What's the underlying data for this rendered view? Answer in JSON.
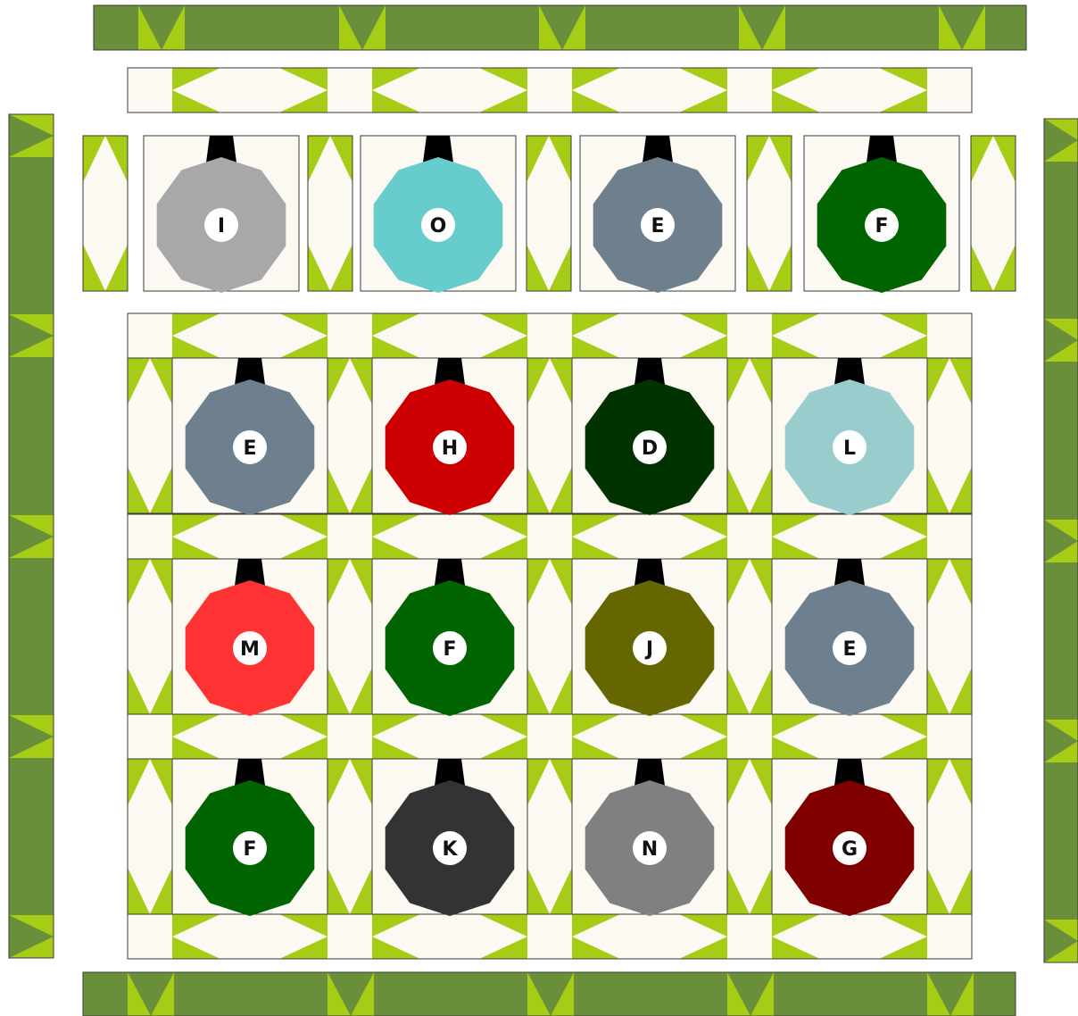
{
  "palette": {
    "cream": "#fbf9f1",
    "lime": "#a6cc16",
    "dark_green": "#6a8f3a",
    "outline": "#3a3a3a",
    "hanger": "#000000",
    "label_circle": "#ffffff",
    "label_text": "#111111"
  },
  "top_row": [
    {
      "letter": "I",
      "color": "#a8a8a8"
    },
    {
      "letter": "O",
      "color": "#66cccc"
    },
    {
      "letter": "E",
      "color": "#6e7f8e"
    },
    {
      "letter": "F",
      "color": "#006400"
    }
  ],
  "main_rows": [
    [
      {
        "letter": "E",
        "color": "#6e7f8e"
      },
      {
        "letter": "H",
        "color": "#cc0000"
      },
      {
        "letter": "D",
        "color": "#003300"
      },
      {
        "letter": "L",
        "color": "#99cccc"
      }
    ],
    [
      {
        "letter": "M",
        "color": "#ff3333"
      },
      {
        "letter": "F",
        "color": "#006400"
      },
      {
        "letter": "J",
        "color": "#666600"
      },
      {
        "letter": "E",
        "color": "#6e7f8e"
      }
    ],
    [
      {
        "letter": "F",
        "color": "#006400"
      },
      {
        "letter": "K",
        "color": "#333333"
      },
      {
        "letter": "N",
        "color": "#808080"
      },
      {
        "letter": "G",
        "color": "#800000"
      }
    ]
  ]
}
